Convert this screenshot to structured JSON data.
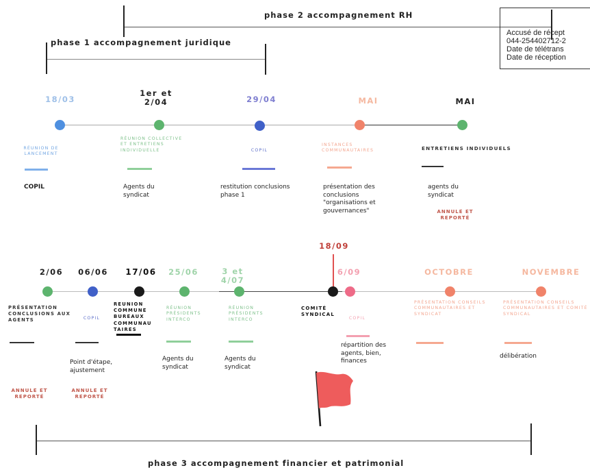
{
  "colors": {
    "blue": "#4f90e0",
    "green": "#5db46e",
    "indigo": "#4060c8",
    "orange": "#f0836a",
    "black": "#1a1a1a",
    "pink": "#ee6b88",
    "flag": "#ee5c5c",
    "gray": "#9a9a9a"
  },
  "phases": {
    "phase1": "phase 1 accompagnement juridique",
    "phase2": "phase 2 accompagnement RH",
    "phase3": "phase 3 accompagnement financier et patrimonial"
  },
  "stamp": {
    "line1": "Accusé de récept",
    "line2": "044-254402712-2",
    "line3": "Date de télétrans",
    "line4": "Date de réception"
  },
  "row1": [
    {
      "date": "18/03",
      "caption": "Réunion de lancement",
      "note": "COPIL",
      "color": "blue"
    },
    {
      "date": "1er et 2/04",
      "caption": "Réunion collective et entretiens individuelle",
      "note": "Agents du syndicat",
      "color": "green"
    },
    {
      "date": "29/04",
      "caption": "COPIL",
      "note": "restitution conclusions phase 1",
      "color": "indigo"
    },
    {
      "date": "MAI",
      "caption": "Instances communautaires",
      "note": "présentation des conclusions \"organisations et gouvernances\"",
      "color": "orange"
    },
    {
      "date": "MAI",
      "caption": "ENTRETIENS INDIVIDUELS",
      "note": "agents du syndicat",
      "annotation": "ANNULE ET REPORTÉ",
      "color": "green"
    }
  ],
  "row2": [
    {
      "date": "2/06",
      "caption": "PRÉSENTATION CONCLUSIONS AUX AGENTS",
      "annotation": "ANNULE ET REPORTÉ",
      "color": "green"
    },
    {
      "date": "06/06",
      "caption": "COPIL",
      "note": "Point d'étape, ajustement",
      "annotation": "ANNULE ET REPORTÉ",
      "color": "indigo"
    },
    {
      "date": "17/06",
      "caption": "REUNION COMMUNE BUREAUX COMMUNAU TAIRES",
      "color": "black"
    },
    {
      "date": "25/06",
      "caption": "Réunion présidents interco",
      "note": "Agents du syndicat",
      "color": "green"
    },
    {
      "date": "3 et 4/07",
      "caption": "Réunion présidents interco",
      "note": "Agents du syndicat",
      "color": "green"
    },
    {
      "date": "18/09",
      "caption": "COMITÉ SYNDICAL",
      "color": "black"
    },
    {
      "date": "6/09",
      "caption": "COPIL",
      "note": "répartition des agents, bien, finances",
      "color": "pink"
    },
    {
      "date": "OCTOBRE",
      "caption": "Présentation conseils communautaires et syndicat",
      "color": "orange"
    },
    {
      "date": "NOVEMBRE",
      "caption": "Présentation conseils communautaires et comité syndical",
      "note": "délibération",
      "color": "orange"
    }
  ]
}
